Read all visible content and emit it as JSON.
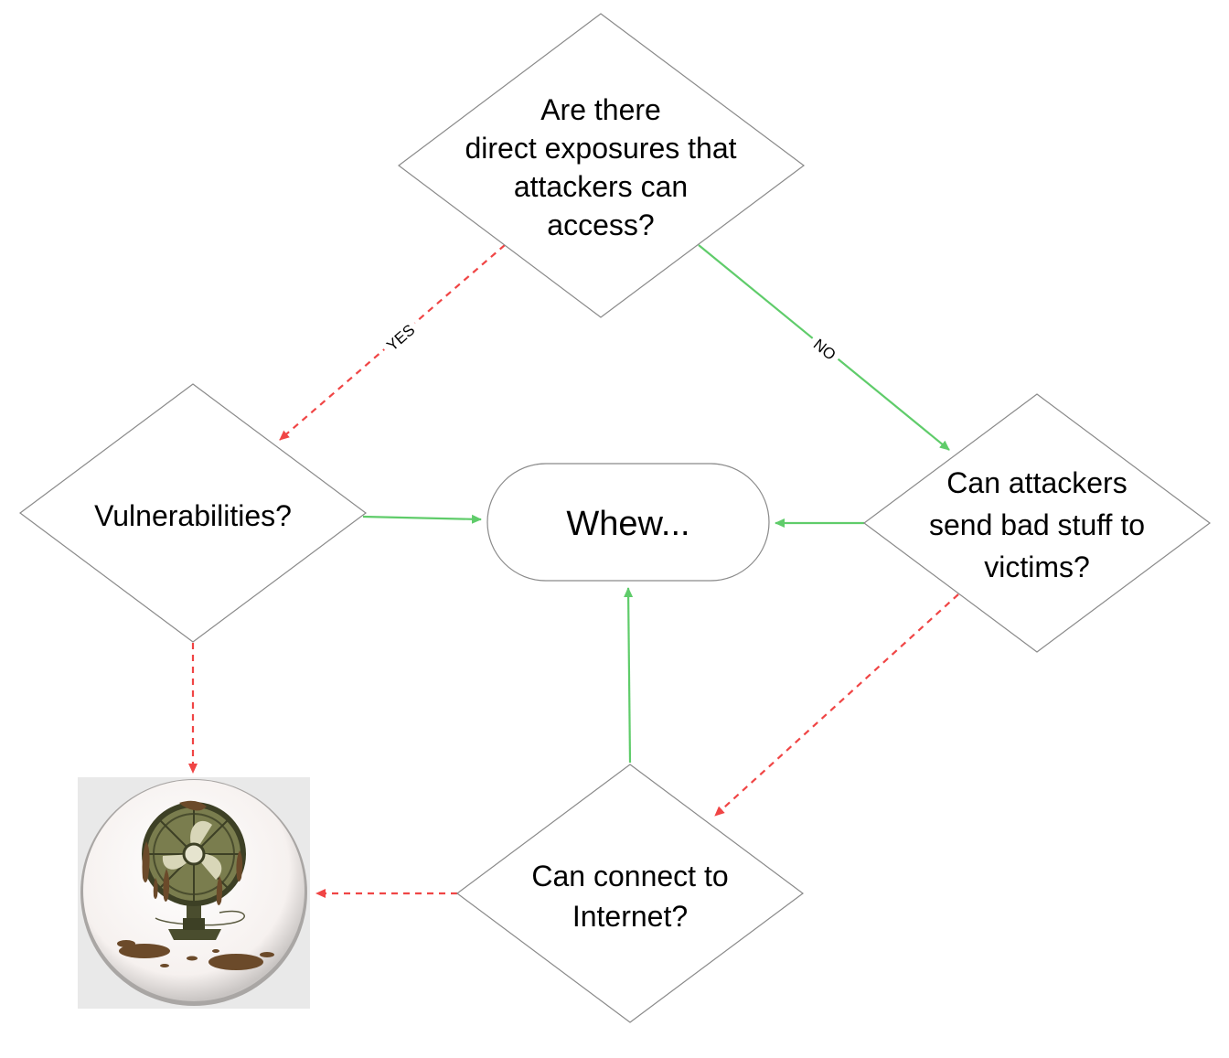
{
  "nodes": {
    "exposures_question": [
      "Are there",
      "direct exposures that",
      "attackers can",
      "access?"
    ],
    "vulnerabilities_question": [
      "Vulnerabilities?"
    ],
    "send_bad_stuff_question": [
      "Can attackers",
      "send bad stuff to",
      "victims?"
    ],
    "internet_question": [
      "Can connect to",
      "Internet?"
    ],
    "whew_terminal": [
      "Whew..."
    ]
  },
  "edges": {
    "yes_label": "YES",
    "no_label": "NO"
  },
  "image": {
    "description_icon": "melting-fan-icon"
  },
  "colors": {
    "yes_path": "#f04545",
    "no_path": "#5fcc6a",
    "shape_stroke": "#8a8a8a"
  }
}
